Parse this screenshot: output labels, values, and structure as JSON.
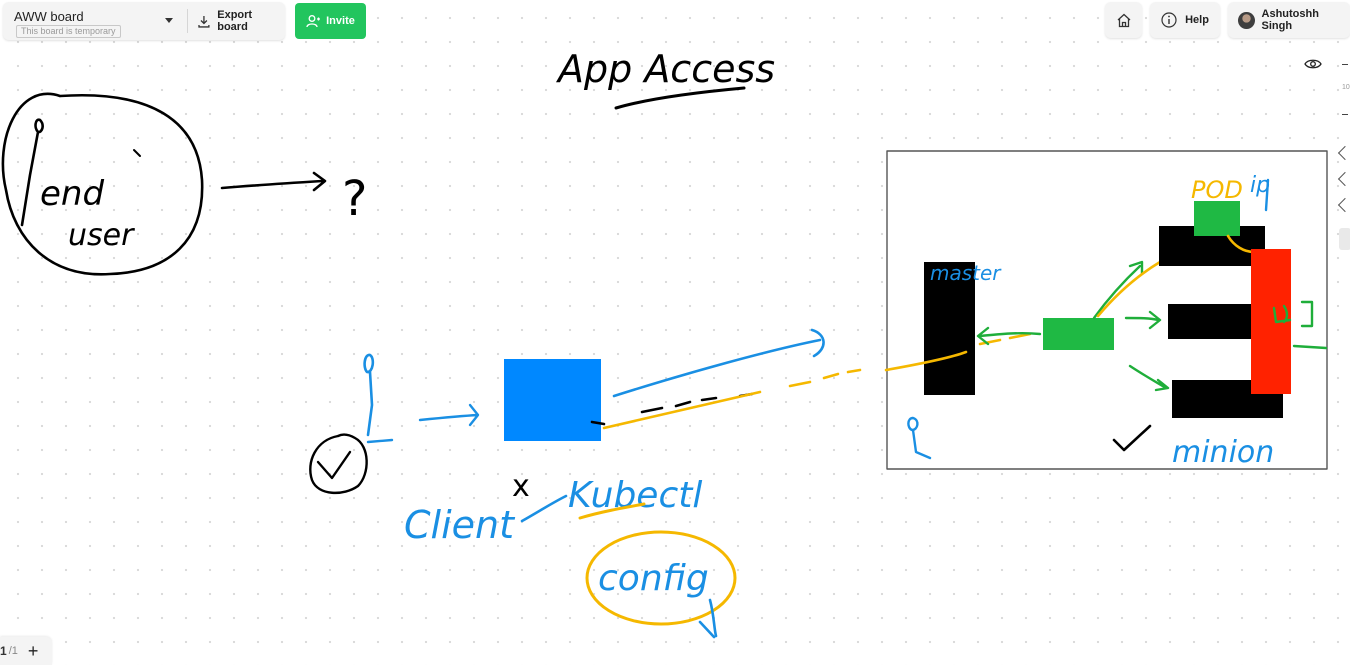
{
  "toolbar": {
    "board_name": "AWW board",
    "board_status": "This board is temporary",
    "export_label": "Export board",
    "invite_label": "Invite",
    "help_label": "Help",
    "user_name": "Ashutoshh Singh"
  },
  "pager": {
    "current": "1",
    "total": "/1",
    "add": "+"
  },
  "sidebar": {
    "zoom_label": "10"
  },
  "canvas": {
    "title": "App Access",
    "end_user": "end",
    "end_user_line2": "user",
    "question": "?",
    "client": "Client",
    "kubectl": "Kubectl",
    "config": "config",
    "cross": "x",
    "master": "master",
    "minion": "minion",
    "pod": "POD",
    "ip": "ip",
    "colors": {
      "ink_black": "#000000",
      "ink_blue": "#1a8fe3",
      "ink_yellow": "#f5b800",
      "ink_green": "#1fae3a",
      "box_blue": "#0088ff",
      "box_green": "#1fb944",
      "box_red": "#ff2200",
      "invite_green": "#22c55e"
    }
  }
}
